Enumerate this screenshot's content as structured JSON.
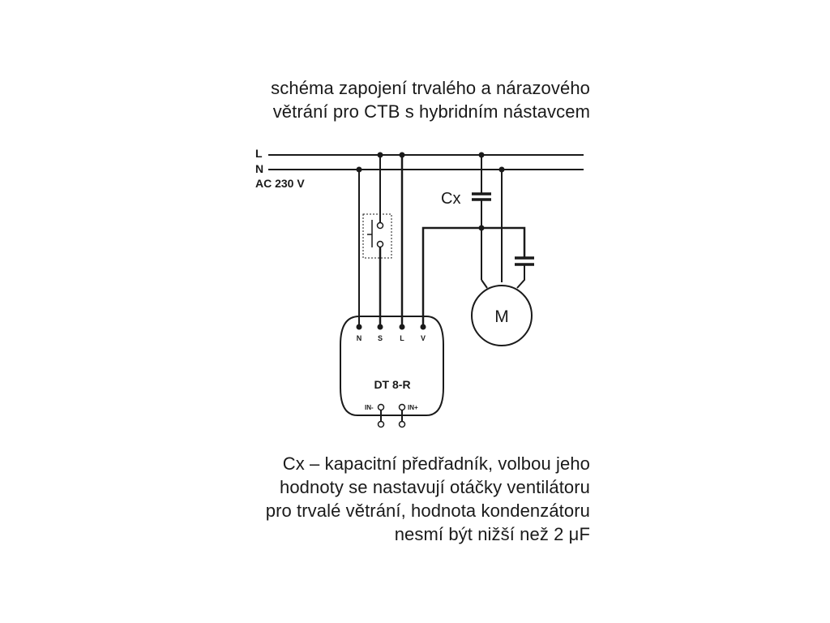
{
  "title": {
    "line1": "schéma zapojení trvalého a nárazového",
    "line2": "větrání pro CTB s hybridním nástavcem"
  },
  "diagram": {
    "supply_l": "L",
    "supply_n": "N",
    "supply_voltage": "AC 230 V",
    "capacitor_label": "Cx",
    "motor_label": "M",
    "device_name": "DT 8-R",
    "terminals": [
      "N",
      "S",
      "L",
      "V"
    ],
    "input_minus": "IN-",
    "input_plus": "IN+"
  },
  "note": {
    "line1": "Cx – kapacitní  předřadník, volbou jeho",
    "line2": "hodnoty se nastavují otáčky ventilátoru",
    "line3": "pro trvalé větrání, hodnota kondenzátoru",
    "line4": "nesmí být nižší než 2 μF"
  },
  "colors": {
    "ink": "#1a1a1a",
    "background": "#ffffff"
  }
}
